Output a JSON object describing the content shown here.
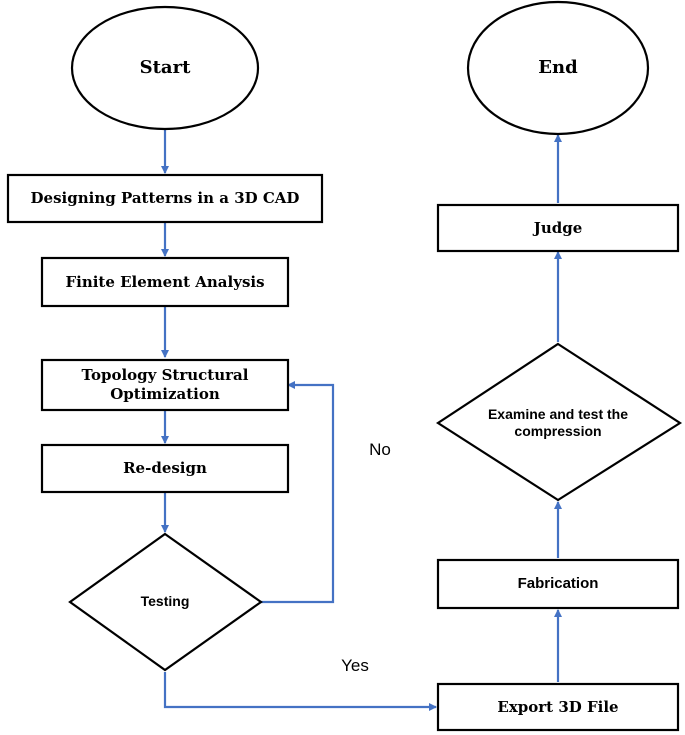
{
  "diagram": {
    "nodes": {
      "start": "Start",
      "end": "End",
      "design_cad": "Designing Patterns in a 3D CAD",
      "fea": "Finite Element Analysis",
      "topology_line1": "Topology Structural",
      "topology_line2": "Optimization",
      "redesign": "Re-design",
      "testing": "Testing",
      "export": "Export 3D File",
      "fabrication": "Fabrication",
      "examine_line1": "Examine and test the",
      "examine_line2": "compression",
      "judge": "Judge"
    },
    "edge_labels": {
      "no": "No",
      "yes": "Yes"
    }
  },
  "colors": {
    "connector": "#4472C4",
    "shape_stroke": "#000000",
    "shape_fill": "#FFFFFF"
  }
}
